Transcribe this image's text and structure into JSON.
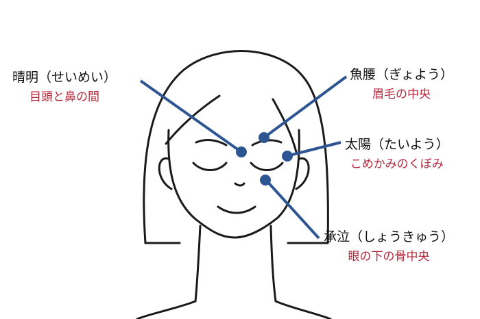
{
  "colors": {
    "line": "#2d5591",
    "point": "#2d5591",
    "desc": "#b5283c",
    "sketch": "#1a1a1a"
  },
  "points": [
    {
      "name": "晴明（せいめい）",
      "desc": "目頭と鼻の間"
    },
    {
      "name": "魚腰（ぎょよう）",
      "desc": "眉毛の中央"
    },
    {
      "name": "太陽（たいよう）",
      "desc": "こめかみのくぼみ"
    },
    {
      "name": "承泣（しょうきゅう）",
      "desc": "眼の下の骨中央"
    }
  ]
}
